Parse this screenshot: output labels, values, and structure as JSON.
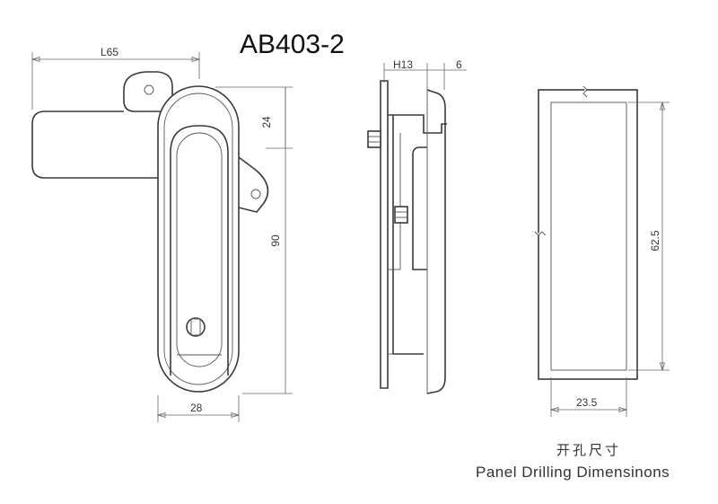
{
  "title": "AB403-2",
  "front_view": {
    "dim_width_top": "L65",
    "dim_height_upper": "24",
    "dim_height_total": "90",
    "dim_width_bottom": "28"
  },
  "side_view": {
    "dim_depth_handle": "H13",
    "dim_depth_flange": "6"
  },
  "cutout_view": {
    "dim_height": "62.5",
    "dim_width": "23.5"
  },
  "caption": {
    "chinese": "开孔尺寸",
    "english": "Panel Drilling Dimensinons"
  }
}
